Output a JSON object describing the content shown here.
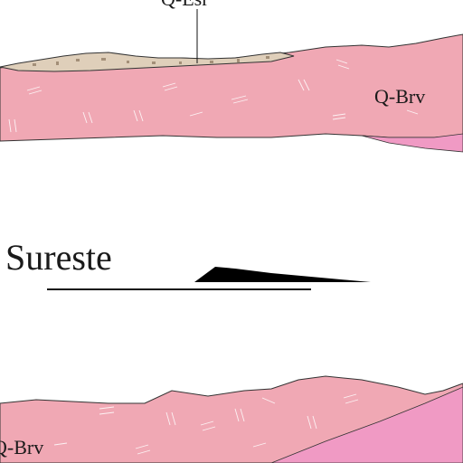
{
  "labels": {
    "top_unit": "Q-Esr",
    "upper_unit": "Q-Brv",
    "lower_unit": "Q-Brv",
    "direction": "Sureste"
  },
  "colors": {
    "volcanic_fill": "#f0a8b4",
    "volcanic_dark": "#f09ac4",
    "sediment_fill": "#dfcfba",
    "outline": "#222222",
    "background": "#ffffff"
  }
}
